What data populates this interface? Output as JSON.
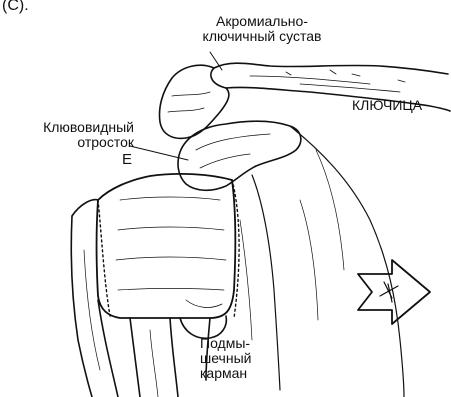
{
  "caption_fragment": "(C).",
  "labels": {
    "acromioclavicular_joint": [
      "Акромиально-",
      "ключичный сустав"
    ],
    "clavicle": "КЛЮЧИЦА",
    "coracoid_process": [
      "Клювовидный",
      "отросток"
    ],
    "axillary_pouch": [
      "Подмы-",
      "шечный",
      "карман"
    ]
  },
  "marks": {
    "region_letter": "E",
    "arrow_symbol": "*"
  }
}
